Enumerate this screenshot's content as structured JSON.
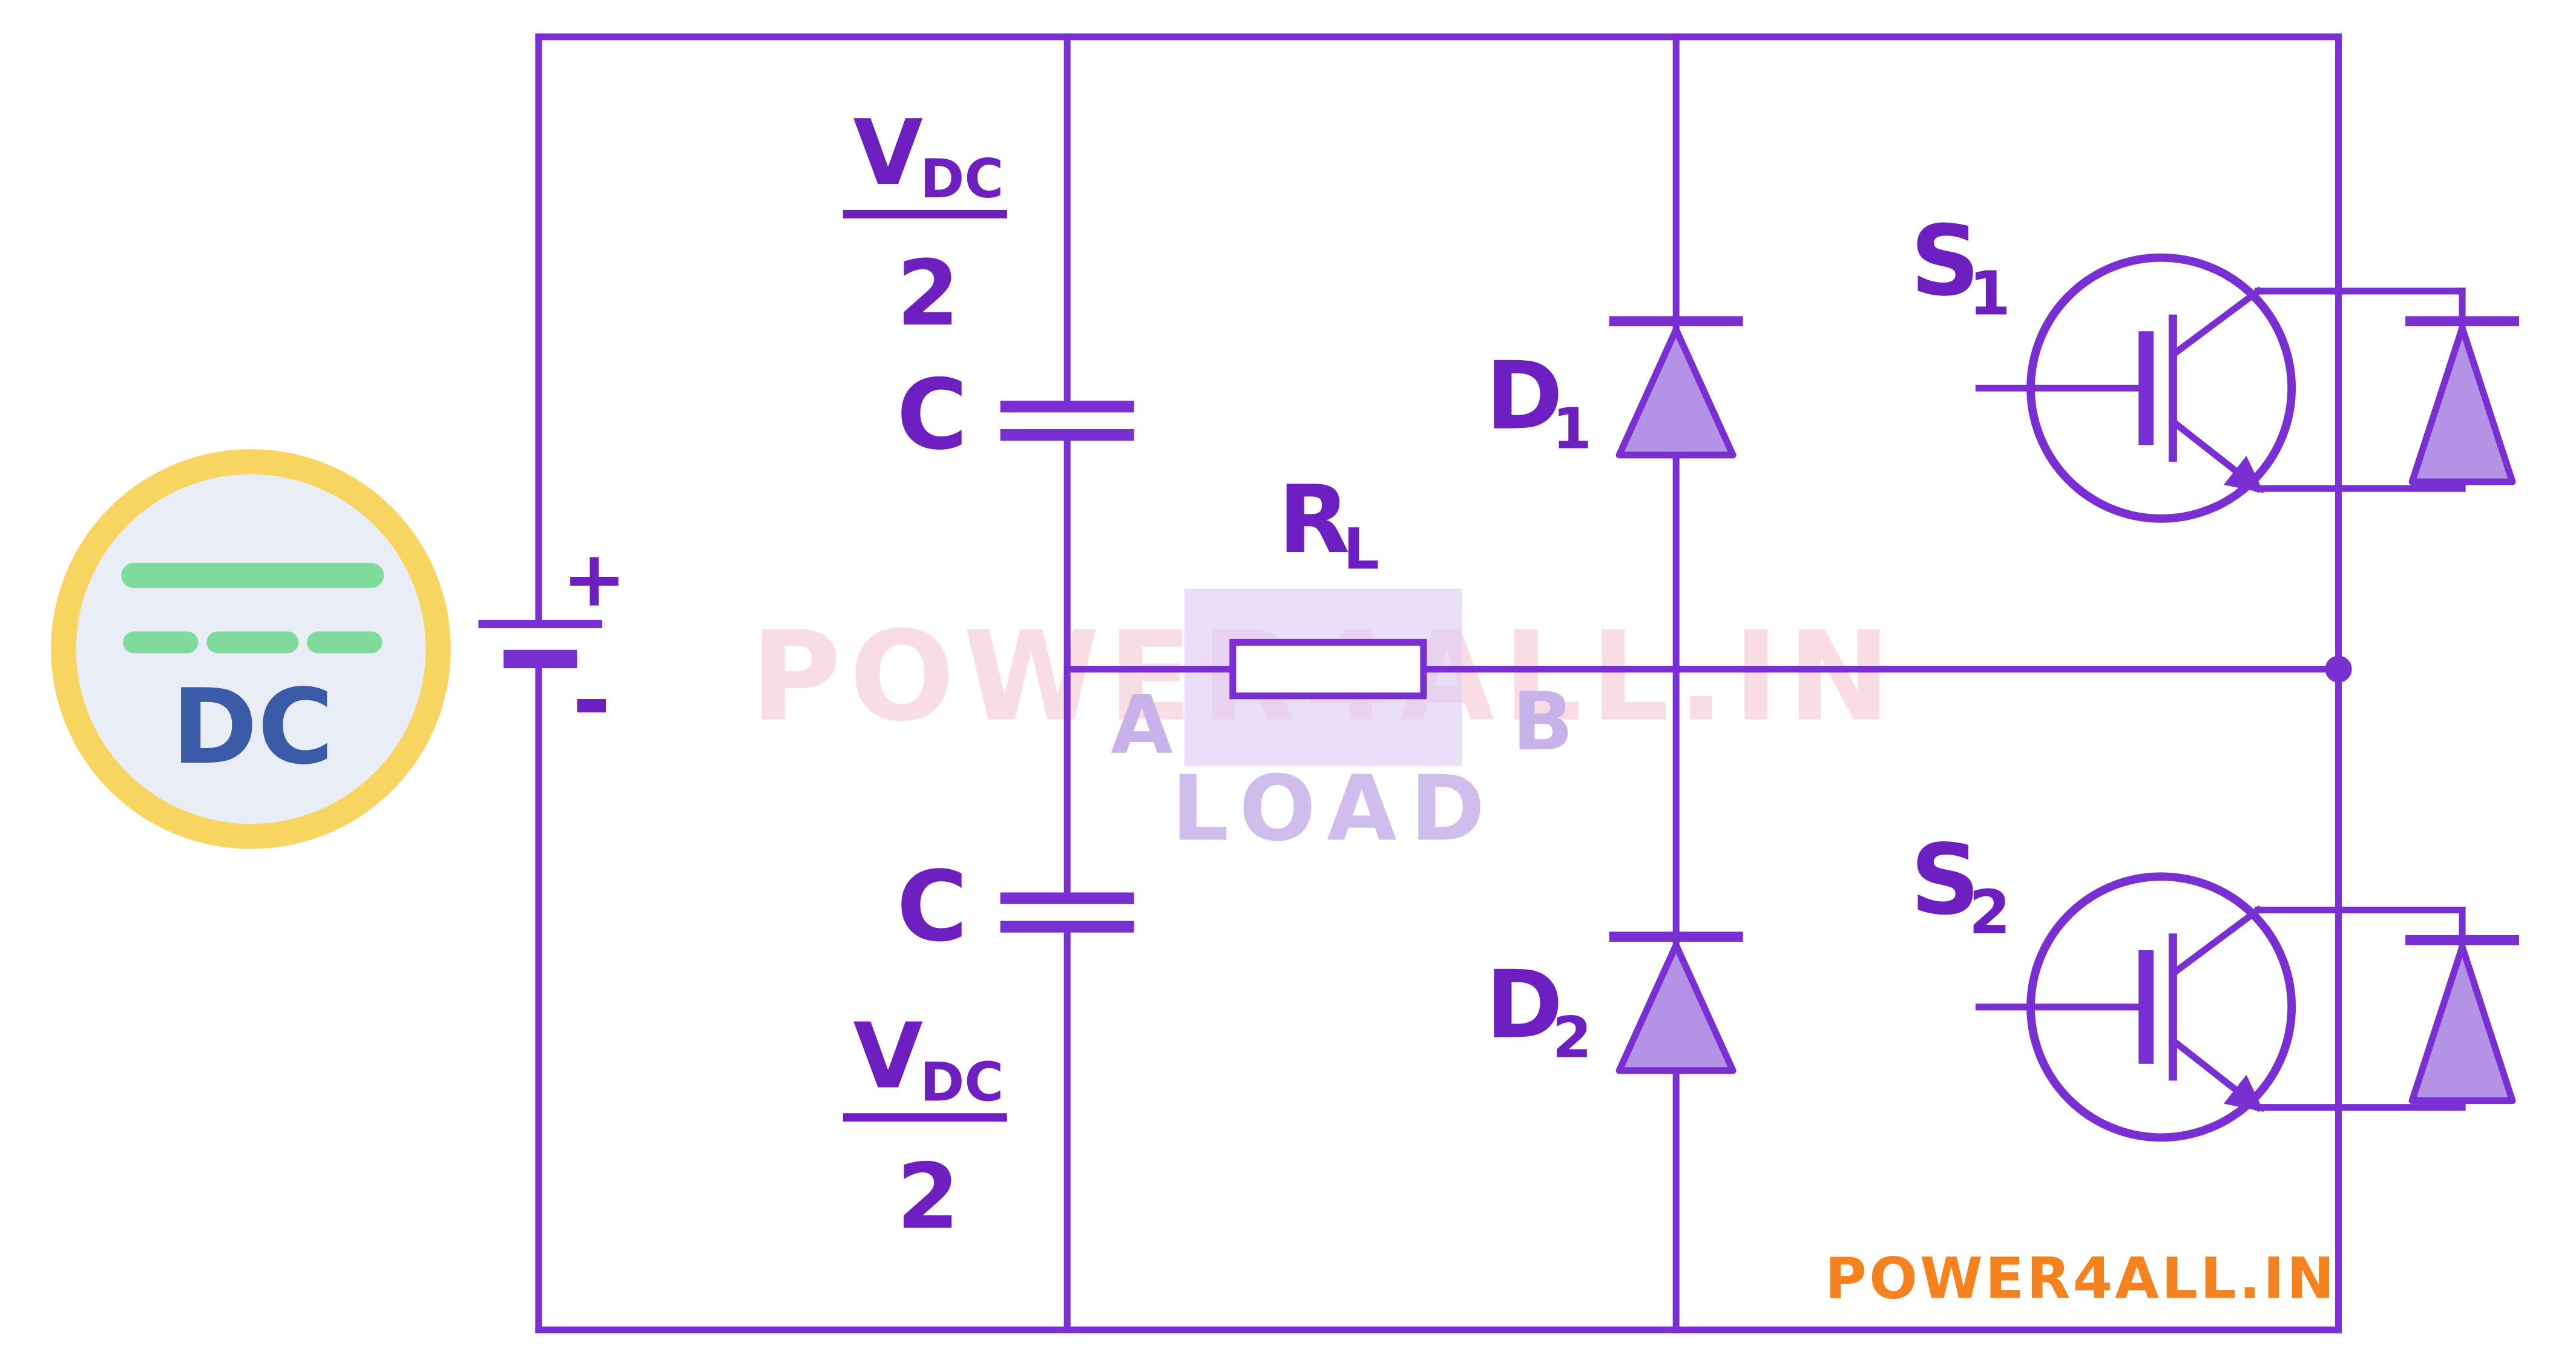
{
  "colors": {
    "wire": "#7a2fd2",
    "text": "#6d1fc0",
    "diode-fill": "#b492e6",
    "watermark": "#f6c7d4",
    "load-accent": "#c7b3ea",
    "load-highlight": "#decdf5",
    "orange": "#f5821f",
    "dc-ring": "#f7d560",
    "dc-fill": "#e8edf6",
    "dc-green": "#7fdb9b",
    "dc-text": "#3a5ca8",
    "background": "#ffffff"
  },
  "source": {
    "label": "DC",
    "plus": "+",
    "minus": "-"
  },
  "capacitors": {
    "top": {
      "label": "C",
      "voltage_main": "V",
      "voltage_sub": "DC",
      "voltage_denominator": "2"
    },
    "bottom": {
      "label": "C",
      "voltage_main": "V",
      "voltage_sub": "DC",
      "voltage_denominator": "2"
    }
  },
  "load": {
    "resistor_main": "R",
    "resistor_sub": "L",
    "node_a": "A",
    "node_b": "B",
    "label": "LOAD"
  },
  "diodes": {
    "d1": {
      "main": "D",
      "sub": "1"
    },
    "d2": {
      "main": "D",
      "sub": "2"
    }
  },
  "switches": {
    "s1": {
      "main": "S",
      "sub": "1"
    },
    "s2": {
      "main": "S",
      "sub": "2"
    }
  },
  "watermark": {
    "text": "POWER4ALL.IN"
  },
  "footer": {
    "text": "POWER4ALL.IN"
  }
}
